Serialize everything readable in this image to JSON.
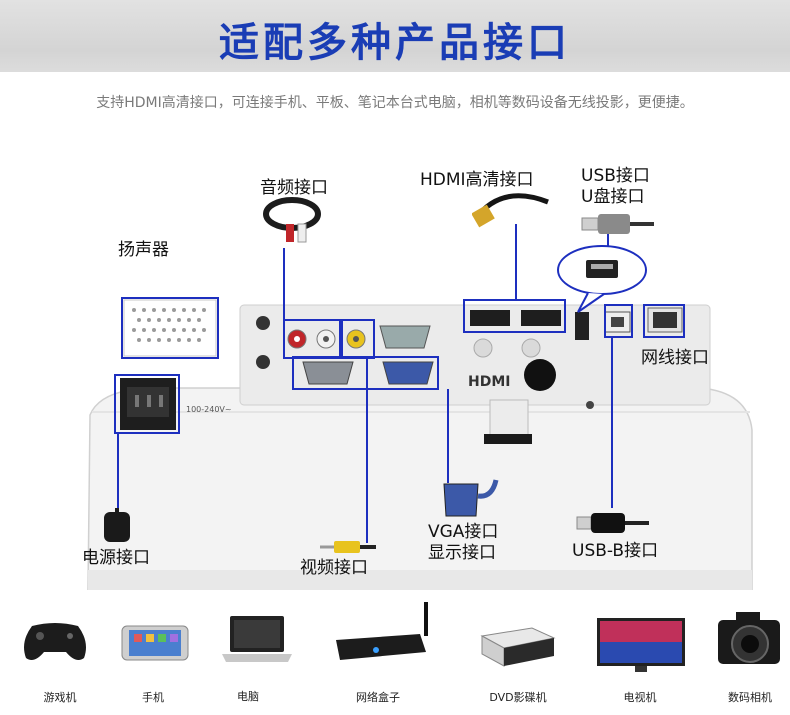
{
  "header": {
    "title": "适配多种产品接口",
    "subtitle": "支持HDMI高清接口，可连接手机、平板、笔记本台式电脑，相机等数码设备无线投影，更便捷。"
  },
  "callouts": {
    "audio": "音频接口",
    "hdmi": "HDMI高清接口",
    "usb_line1": "USB接口",
    "usb_line2": "U盘接口",
    "speaker": "扬声器",
    "lan": "网线接口",
    "power": "电源接口",
    "video": "视频接口",
    "vga_line1": "VGA接口",
    "vga_line2": "显示接口",
    "usbb": "USB-B接口"
  },
  "projector": {
    "hdmi_logo": "HDMI",
    "rating": "100-240V~"
  },
  "devices": [
    {
      "label": "游戏机",
      "icon": "gamepad-icon"
    },
    {
      "label": "手机",
      "icon": "phone-icon"
    },
    {
      "label": "电脑",
      "icon": "laptop-icon"
    },
    {
      "label": "网络盒子",
      "icon": "tv-box-icon"
    },
    {
      "label": "DVD影碟机",
      "icon": "dvd-player-icon"
    },
    {
      "label": "电视机",
      "icon": "tv-icon"
    },
    {
      "label": "数码相机",
      "icon": "camera-icon"
    }
  ],
  "colors": {
    "title": "#1a3db5",
    "callout_line": "#1d2fbf",
    "banner": "#d8d8d8"
  }
}
